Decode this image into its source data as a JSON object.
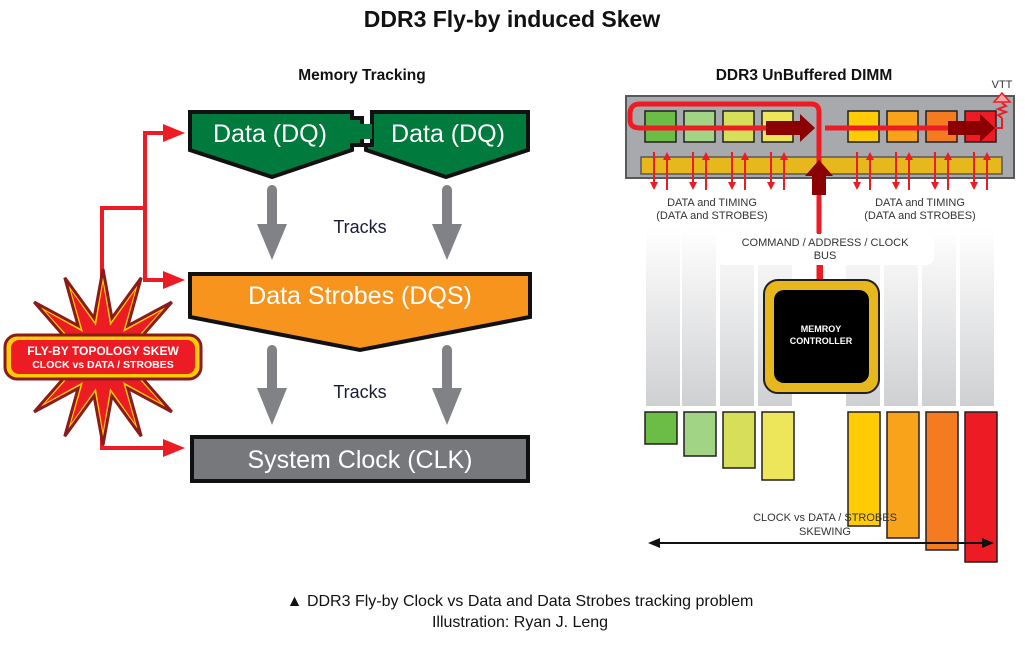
{
  "title": "DDR3 Fly-by induced Skew",
  "left_panel": {
    "heading": "Memory Tracking",
    "data_box_left": "Data (DQ)",
    "data_box_right": "Data (DQ)",
    "tracks_label_1": "Tracks",
    "strobe_box": "Data Strobes (DQS)",
    "tracks_label_2": "Tracks",
    "clock_box": "System Clock (CLK)",
    "burst_line1": "FLY-BY TOPOLOGY SKEW",
    "burst_line2": "CLOCK vs DATA / STROBES",
    "colors": {
      "data": "#007a3d",
      "strobe": "#f7941d",
      "clock": "#77787b",
      "arrow_red": "#ed1c24",
      "track_arrow": "#808285"
    }
  },
  "right_panel": {
    "heading": "DDR3 UnBuffered DIMM",
    "vtt_label": "VTT",
    "left_group_label_1": "DATA and TIMING",
    "left_group_label_2": "(DATA and STROBES)",
    "right_group_label_1": "DATA and TIMING",
    "right_group_label_2": "(DATA and STROBES)",
    "bus_label_1": "COMMAND / ADDRESS / CLOCK",
    "bus_label_2": "BUS",
    "controller_line1": "MEMROY",
    "controller_line2": "CONTROLLER",
    "skew_label_1": "CLOCK vs DATA / STROBES",
    "skew_label_2": "SKEWING",
    "chips": [
      {
        "color": "#6cbd45",
        "skew": 1
      },
      {
        "color": "#a2d486",
        "skew": 2
      },
      {
        "color": "#d7df5a",
        "skew": 3
      },
      {
        "color": "#ede65b",
        "skew": 4
      },
      {
        "color": "#ffcb05",
        "skew": 5
      },
      {
        "color": "#f9a31b",
        "skew": 6
      },
      {
        "color": "#f47b20",
        "skew": 7
      },
      {
        "color": "#ed1c24",
        "skew": 8
      }
    ]
  },
  "caption": {
    "line1": "▲ DDR3 Fly-by Clock vs Data and Data Strobes tracking problem",
    "line2": "Illustration: Ryan J. Leng"
  }
}
